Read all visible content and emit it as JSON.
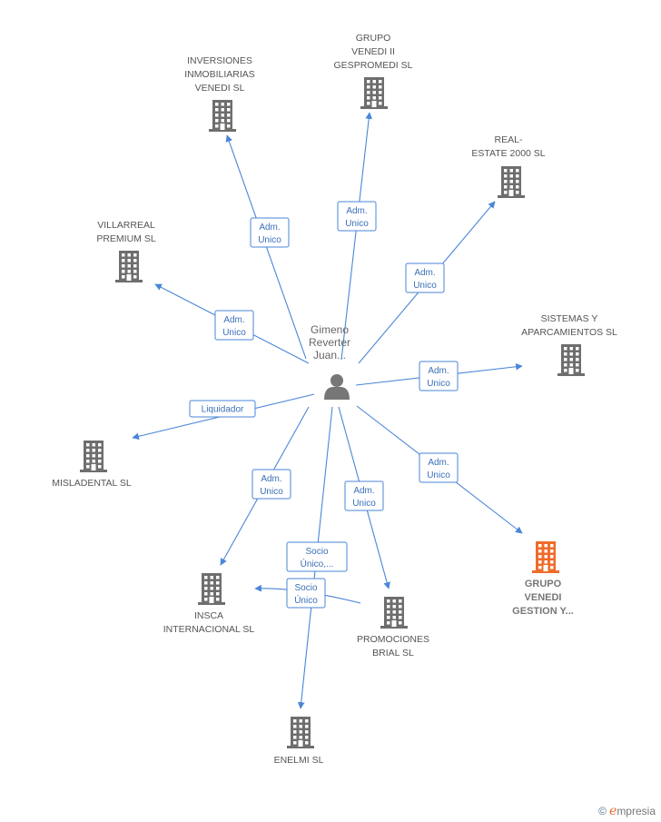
{
  "colors": {
    "edge": "#4a86d8",
    "building": "#6e6e6e",
    "highlight": "#f06b2a",
    "person": "#777777"
  },
  "center": {
    "label_lines": [
      "Gimeno",
      "Reverter",
      "Juan..."
    ],
    "icon": "person-icon"
  },
  "nodes": [
    {
      "id": "inversiones",
      "lines": [
        "INVERSIONES",
        "INMOBILIARIAS",
        "VENEDI SL"
      ],
      "icon": "building-icon"
    },
    {
      "id": "grupo-venedi-ii",
      "lines": [
        "GRUPO",
        "VENEDI II",
        "GESPROMEDI SL"
      ],
      "icon": "building-icon"
    },
    {
      "id": "real-estate",
      "lines": [
        "REAL-",
        "ESTATE 2000 SL"
      ],
      "icon": "building-icon"
    },
    {
      "id": "villarreal",
      "lines": [
        "VILLARREAL",
        "PREMIUM  SL"
      ],
      "icon": "building-icon"
    },
    {
      "id": "sistemas",
      "lines": [
        "SISTEMAS Y",
        "APARCAMIENTOS SL"
      ],
      "icon": "building-icon"
    },
    {
      "id": "misladental",
      "lines": [
        "MISLADENTAL SL"
      ],
      "icon": "building-icon"
    },
    {
      "id": "grupo-venedi-gestion",
      "lines": [
        "GRUPO",
        "VENEDI",
        "GESTION Y..."
      ],
      "icon": "building-icon",
      "highlight": true
    },
    {
      "id": "insca",
      "lines": [
        "INSCA",
        "INTERNACIONAL SL"
      ],
      "icon": "building-icon"
    },
    {
      "id": "promociones",
      "lines": [
        "PROMOCIONES",
        "BRIAL SL"
      ],
      "icon": "building-icon"
    },
    {
      "id": "enelmi",
      "lines": [
        "ENELMI SL"
      ],
      "icon": "building-icon"
    }
  ],
  "edges": [
    {
      "to": "inversiones",
      "lines": [
        "Adm.",
        "Unico"
      ]
    },
    {
      "to": "grupo-venedi-ii",
      "lines": [
        "Adm.",
        "Unico"
      ]
    },
    {
      "to": "real-estate",
      "lines": [
        "Adm.",
        "Unico"
      ]
    },
    {
      "to": "villarreal",
      "lines": [
        "Adm.",
        "Unico"
      ]
    },
    {
      "to": "sistemas",
      "lines": [
        "Adm.",
        "Unico"
      ]
    },
    {
      "to": "misladental",
      "lines": [
        "Liquidador"
      ]
    },
    {
      "to": "grupo-venedi-gestion",
      "lines": [
        "Adm.",
        "Unico"
      ]
    },
    {
      "to": "insca",
      "lines": [
        "Adm.",
        "Unico"
      ]
    },
    {
      "to": "promociones",
      "lines": [
        "Adm.",
        "Unico"
      ]
    },
    {
      "to": "enelmi",
      "lines": [
        "Socio",
        "Único,..."
      ]
    },
    {
      "from": "promociones",
      "to": "insca",
      "lines": [
        "Socio",
        "Único"
      ]
    }
  ],
  "footer": {
    "copyright": "©",
    "brand_first": "e",
    "brand_rest": "mpresia"
  }
}
